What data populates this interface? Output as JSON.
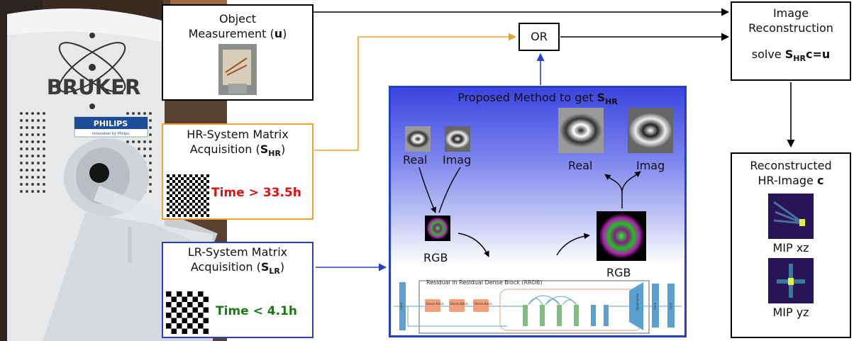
{
  "scanner": {
    "brand": "BRUKER",
    "partner": "PHILIPS",
    "partner_tagline": "innovation by Philips"
  },
  "object_box": {
    "line1": "Object",
    "line2_prefix": "Measurement (",
    "line2_bold": "u",
    "line2_suffix": ")"
  },
  "hr_box": {
    "line1": "HR-System Matrix",
    "line2_prefix": "Acquisition (",
    "sym": "S",
    "sub": "HR",
    "line2_suffix": ")",
    "time": "Time > 33.5h",
    "time_color": "#e01010",
    "border_color": "#f0a030"
  },
  "lr_box": {
    "line1": "LR-System Matrix",
    "line2_prefix": "Acquisition (",
    "sym": "S",
    "sub": "LR",
    "line2_suffix": ")",
    "time": "Time < 4.1h",
    "time_color": "#1a7a10",
    "border_color": "#2440c8"
  },
  "or_box": {
    "label": "OR"
  },
  "recon_box": {
    "line1": "Image",
    "line2": "Reconstruction",
    "solve_prefix": "solve ",
    "sym": "S",
    "sub": "HR",
    "eq": "c=u"
  },
  "method": {
    "title_prefix": "Proposed Method to get ",
    "sym": "S",
    "sub": "HR",
    "real_small": "Real",
    "imag_small": "Imag",
    "real_big": "Real",
    "imag_big": "Imag",
    "rgb_left": "RGB",
    "rgb_right": "RGB",
    "rrdb_title": "Residual in Residual Dense Block (RRDB)",
    "conv": "Conv",
    "dense_block": "Dense Block",
    "conv_lrelu": "Conv LReLU",
    "upsampling": "Upsampling"
  },
  "result_box": {
    "line1": "Reconstructed",
    "line2_prefix": "HR-Image ",
    "line2_bold": "c",
    "mip_xz": "MIP xz",
    "mip_yz": "MIP yz"
  },
  "colors": {
    "arrow_black": "#000000",
    "arrow_orange": "#f0a030",
    "arrow_blue": "#2440c8",
    "panel_top": "#3b45e0"
  }
}
